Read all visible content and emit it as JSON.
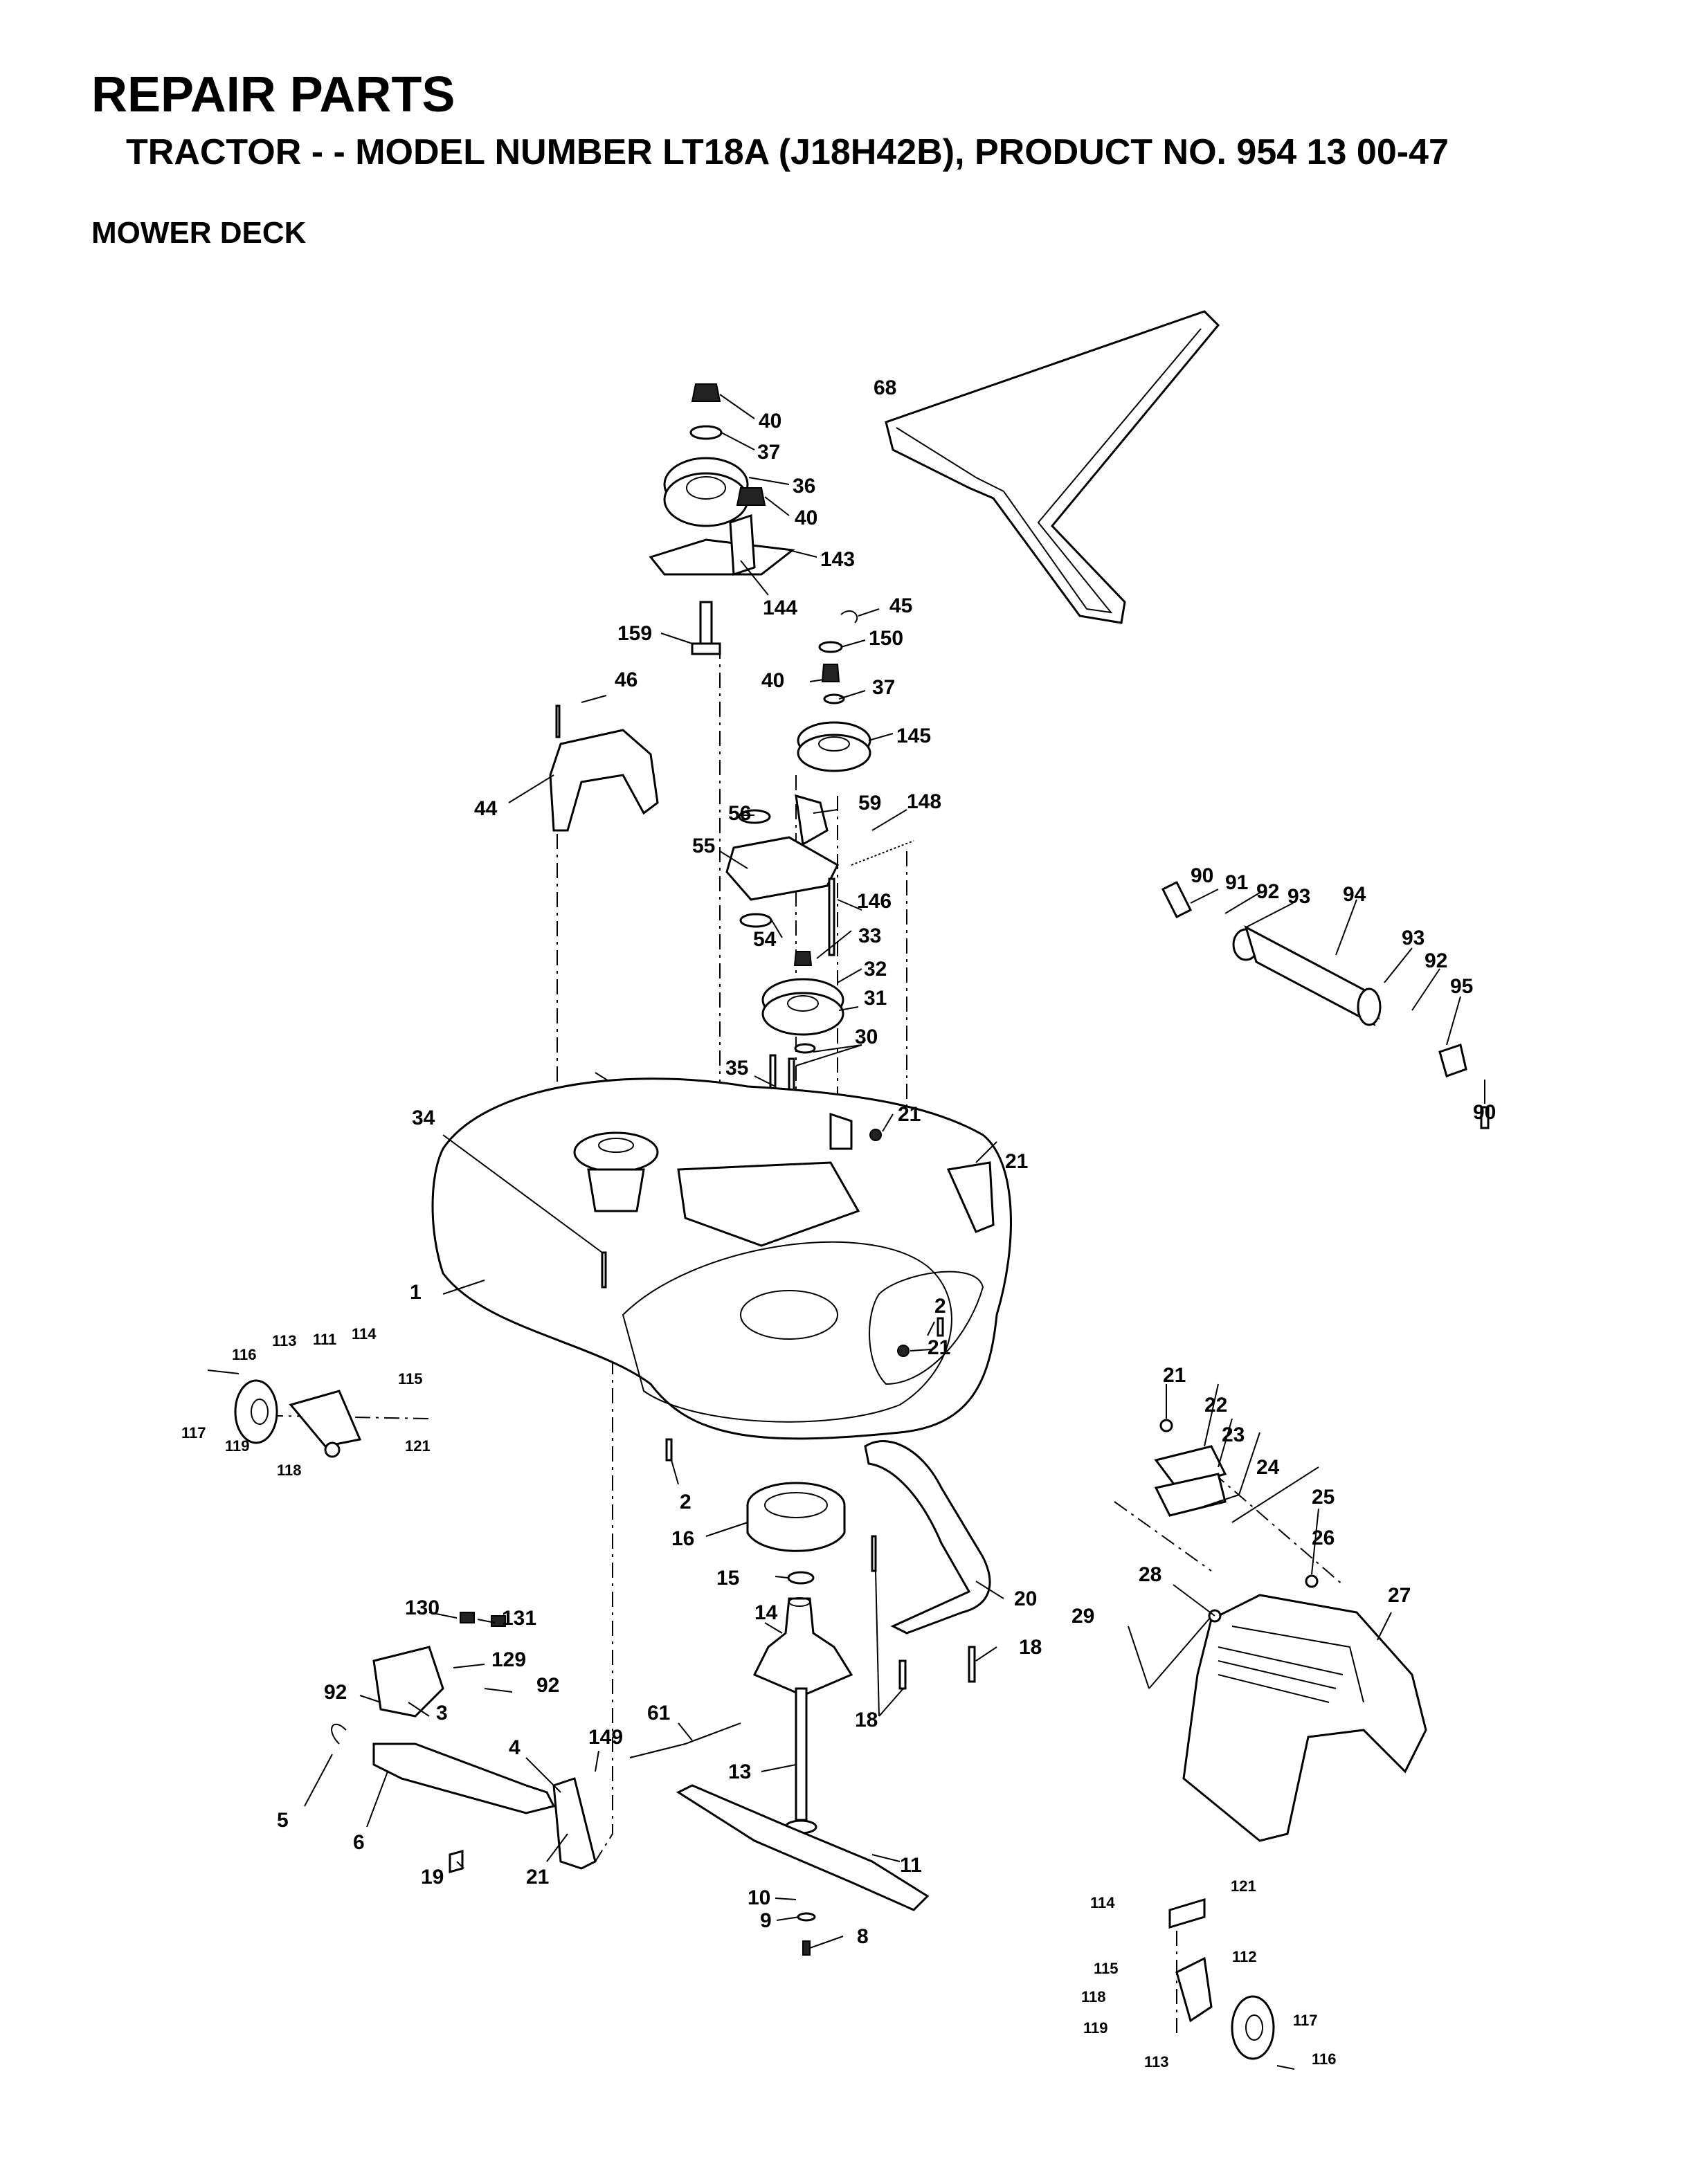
{
  "header": {
    "title": "REPAIR PARTS",
    "subtitle": "TRACTOR - - MODEL NUMBER LT18A (J18H42B), PRODUCT NO. 954 13 00-47",
    "section": "MOWER DECK"
  },
  "labels": [
    {
      "id": "p68",
      "text": "68"
    },
    {
      "id": "p40a",
      "text": "40"
    },
    {
      "id": "p37a",
      "text": "37"
    },
    {
      "id": "p36",
      "text": "36"
    },
    {
      "id": "p40b",
      "text": "40"
    },
    {
      "id": "p143",
      "text": "143"
    },
    {
      "id": "p144",
      "text": "144"
    },
    {
      "id": "p159",
      "text": "159"
    },
    {
      "id": "p45",
      "text": "45"
    },
    {
      "id": "p150",
      "text": "150"
    },
    {
      "id": "p40c",
      "text": "40"
    },
    {
      "id": "p37b",
      "text": "37"
    },
    {
      "id": "p145",
      "text": "145"
    },
    {
      "id": "p46",
      "text": "46"
    },
    {
      "id": "p44",
      "text": "44"
    },
    {
      "id": "p56",
      "text": "56"
    },
    {
      "id": "p59",
      "text": "59"
    },
    {
      "id": "p148",
      "text": "148"
    },
    {
      "id": "p55",
      "text": "55"
    },
    {
      "id": "p146",
      "text": "146"
    },
    {
      "id": "p54",
      "text": "54"
    },
    {
      "id": "p33",
      "text": "33"
    },
    {
      "id": "p32",
      "text": "32"
    },
    {
      "id": "p31",
      "text": "31"
    },
    {
      "id": "p30",
      "text": "30"
    },
    {
      "id": "p35",
      "text": "35"
    },
    {
      "id": "p34",
      "text": "34"
    },
    {
      "id": "p21a",
      "text": "21"
    },
    {
      "id": "p21b",
      "text": "21"
    },
    {
      "id": "p1",
      "text": "1"
    },
    {
      "id": "p2a",
      "text": "2"
    },
    {
      "id": "p21c",
      "text": "21"
    },
    {
      "id": "p2b",
      "text": "2"
    },
    {
      "id": "p16",
      "text": "16"
    },
    {
      "id": "p15",
      "text": "15"
    },
    {
      "id": "p14",
      "text": "14"
    },
    {
      "id": "p20",
      "text": "20"
    },
    {
      "id": "p18a",
      "text": "18"
    },
    {
      "id": "p18b",
      "text": "18"
    },
    {
      "id": "p61",
      "text": "61"
    },
    {
      "id": "p13",
      "text": "13"
    },
    {
      "id": "p11",
      "text": "11"
    },
    {
      "id": "p10",
      "text": "10"
    },
    {
      "id": "p9",
      "text": "9"
    },
    {
      "id": "p8",
      "text": "8"
    },
    {
      "id": "p90a",
      "text": "90"
    },
    {
      "id": "p91",
      "text": "91"
    },
    {
      "id": "p92a",
      "text": "92"
    },
    {
      "id": "p93a",
      "text": "93"
    },
    {
      "id": "p94",
      "text": "94"
    },
    {
      "id": "p93b",
      "text": "93"
    },
    {
      "id": "p92b",
      "text": "92"
    },
    {
      "id": "p95",
      "text": "95"
    },
    {
      "id": "p90b",
      "text": "90"
    },
    {
      "id": "p21d",
      "text": "21"
    },
    {
      "id": "p22",
      "text": "22"
    },
    {
      "id": "p23",
      "text": "23"
    },
    {
      "id": "p24",
      "text": "24"
    },
    {
      "id": "p25",
      "text": "25"
    },
    {
      "id": "p26",
      "text": "26"
    },
    {
      "id": "p28",
      "text": "28"
    },
    {
      "id": "p27",
      "text": "27"
    },
    {
      "id": "p29",
      "text": "29"
    },
    {
      "id": "p130",
      "text": "130"
    },
    {
      "id": "p131",
      "text": "131"
    },
    {
      "id": "p129",
      "text": "129"
    },
    {
      "id": "p92c",
      "text": "92"
    },
    {
      "id": "p92d",
      "text": "92"
    },
    {
      "id": "p3",
      "text": "3"
    },
    {
      "id": "p149",
      "text": "149"
    },
    {
      "id": "p4",
      "text": "4"
    },
    {
      "id": "p5",
      "text": "5"
    },
    {
      "id": "p6",
      "text": "6"
    },
    {
      "id": "p19",
      "text": "19"
    },
    {
      "id": "p21e",
      "text": "21"
    },
    {
      "id": "p116a",
      "text": "116"
    },
    {
      "id": "p113a",
      "text": "113"
    },
    {
      "id": "p111",
      "text": "111"
    },
    {
      "id": "p114a",
      "text": "114"
    },
    {
      "id": "p115a",
      "text": "115"
    },
    {
      "id": "p117a",
      "text": "117"
    },
    {
      "id": "p119a",
      "text": "119"
    },
    {
      "id": "p118a",
      "text": "118"
    },
    {
      "id": "p121a",
      "text": "121"
    },
    {
      "id": "p114b",
      "text": "114"
    },
    {
      "id": "p121b",
      "text": "121"
    },
    {
      "id": "p115b",
      "text": "115"
    },
    {
      "id": "p112",
      "text": "112"
    },
    {
      "id": "p118b",
      "text": "118"
    },
    {
      "id": "p119b",
      "text": "119"
    },
    {
      "id": "p117b",
      "text": "117"
    },
    {
      "id": "p113b",
      "text": "113"
    },
    {
      "id": "p116b",
      "text": "116"
    }
  ]
}
